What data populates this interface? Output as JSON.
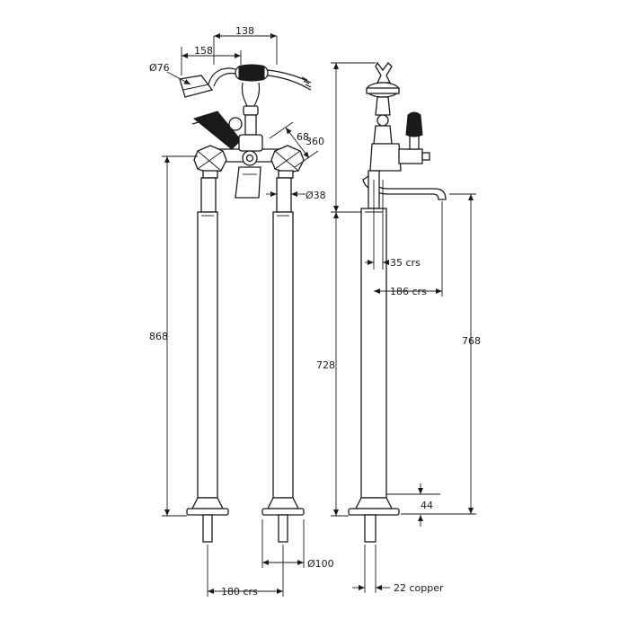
{
  "dimensions": {
    "handset_width": "138",
    "handset_offset": "158",
    "shower_head_dia": "Ø76",
    "valve_span": "68",
    "pillar_dia": "Ø38",
    "height_total_left": "868",
    "base_dia": "Ø100",
    "leg_centres": "180 crs",
    "height_top_side": "360",
    "height_side_pillar": "728",
    "spout_offset_small": "35 crs",
    "spout_reach": "186 crs",
    "spout_height": "768",
    "base_height": "44",
    "pipe_size": "22 copper"
  }
}
